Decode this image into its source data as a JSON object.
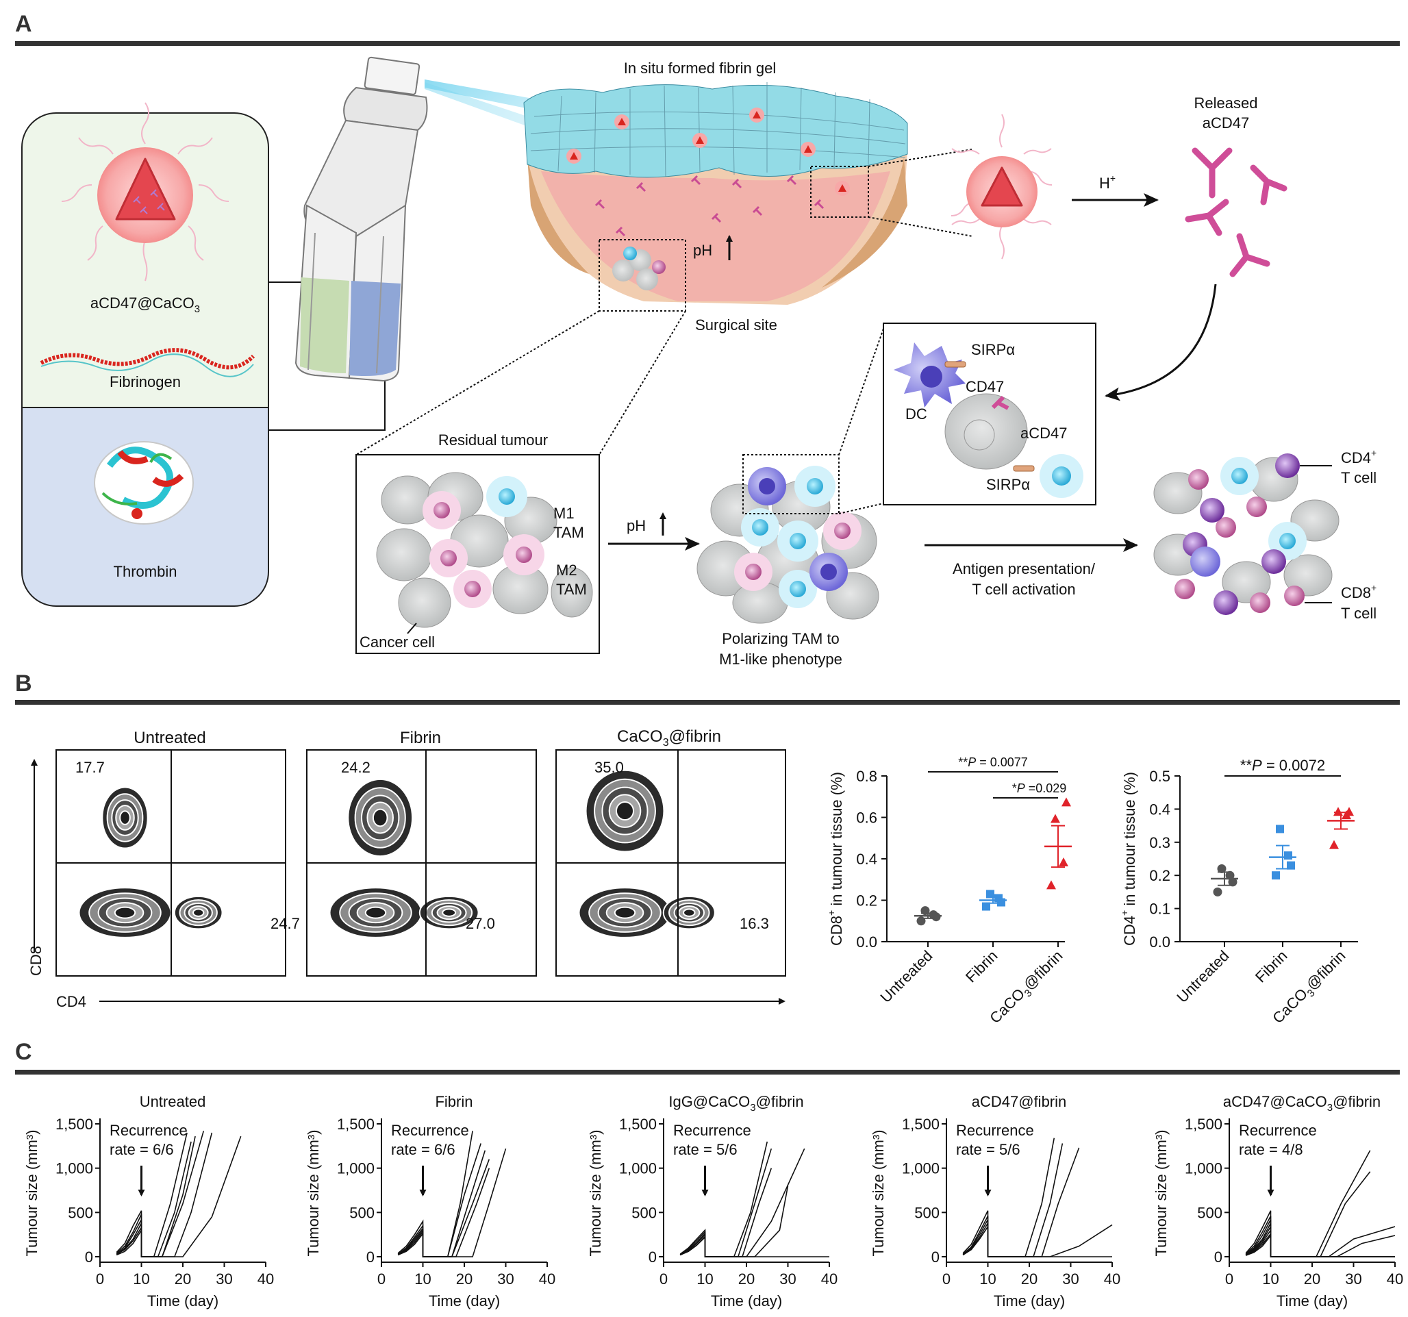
{
  "panel_a": {
    "letter": "A",
    "gel_title": "In situ formed fibrin gel",
    "nanoparticle_label": "aCD47@CaCO",
    "nanoparticle_sub": "3",
    "fibrinogen_label": "Fibrinogen",
    "thrombin_label": "Thrombin",
    "surgical_site": "Surgical site",
    "ph_label": "pH",
    "released_line1": "Released",
    "released_line2": "aCD47",
    "h_plus": "H",
    "h_plus_sup": "+",
    "residual_tumour": "Residual  tumour",
    "m1_tam_line1": "M1",
    "m1_tam_line2": "TAM",
    "m2_tam_line1": "M2",
    "m2_tam_line2": "TAM",
    "cancer_cell": "Cancer cell",
    "ph_arrow_label": "pH",
    "polarizing_line1": "Polarizing TAM to",
    "polarizing_line2": "M1-like phenotype",
    "sirpa_top": "SIRPα",
    "cd47": "CD47",
    "dc": "DC",
    "acd47": "aCD47",
    "sirpa_bottom": "SIRPα",
    "antigen_line1": "Antigen presentation/",
    "antigen_line2": "T cell activation",
    "cd4_line1": "CD4",
    "cd4_sup": "+",
    "cd4_line2": "T cell",
    "cd8_line1": "CD8",
    "cd8_sup": "+",
    "cd8_line2": "T cell"
  },
  "panel_b": {
    "letter": "B",
    "flow_plots": [
      {
        "title": "Untreated",
        "q_upper_left": "17.7",
        "q_lower_right": "24.7"
      },
      {
        "title": "Fibrin",
        "q_upper_left": "24.2",
        "q_lower_right": "27.0"
      },
      {
        "title": "CaCO@fibrin",
        "q_upper_left": "35.0",
        "q_lower_right": "16.3"
      }
    ],
    "flow_title3_main": "CaCO",
    "flow_title3_sub": "3",
    "flow_title3_rest": "@fibrin",
    "flow_xaxis": "CD4",
    "flow_yaxis": "CD8",
    "cd8_plot": {
      "ylabel": "CD8+ in tumour tissue (%)",
      "ylabel_main": "CD8",
      "ylabel_sup": "+",
      "ylabel_rest": " in tumour tissue (%)",
      "yticks": [
        "0.0",
        "0.2",
        "0.4",
        "0.6",
        "0.8"
      ],
      "xticks": [
        "Untreated",
        "Fibrin",
        "CaCO@fibrin"
      ],
      "sig1_stars": "**",
      "sig1_text": "P = 0.0077",
      "sig2_stars": "*",
      "sig2_text": "P =0.029"
    },
    "cd4_plot": {
      "ylabel": "CD4+ in tumour tissue (%)",
      "ylabel_main": "CD4",
      "ylabel_sup": "+",
      "ylabel_rest": " in tumour tissue (%)",
      "yticks": [
        "0.0",
        "0.1",
        "0.2",
        "0.3",
        "0.4",
        "0.5"
      ],
      "xticks": [
        "Untreated",
        "Fibrin",
        "CaCO@fibrin"
      ],
      "sig1_stars": "**",
      "sig1_text": "P = 0.0072"
    }
  },
  "panel_c": {
    "letter": "C",
    "ylabel": "Tumour size (mm³)",
    "xlabel": "Time (day)",
    "yticks": [
      "0",
      "500",
      "1,000",
      "1,500"
    ],
    "xticks": [
      "0",
      "10",
      "20",
      "30",
      "40"
    ],
    "recurrence_word": "Recurrence",
    "plots": [
      {
        "title": "Untreated",
        "rate": "rate = 6/6"
      },
      {
        "title": "Fibrin",
        "rate": "rate = 6/6"
      },
      {
        "title": "IgG@CaCO@fibrin",
        "rate": "rate = 5/6"
      },
      {
        "title": "aCD47@fibrin",
        "rate": "rate = 5/6"
      },
      {
        "title": "aCD47@CaCO@fibrin",
        "rate": "rate = 4/8"
      }
    ]
  },
  "chart_data": [
    {
      "type": "scatter",
      "title": "",
      "ylabel": "CD8+ in tumour tissue (%)",
      "categories": [
        "Untreated",
        "Fibrin",
        "CaCO3@fibrin"
      ],
      "ylim": [
        0,
        0.8
      ],
      "series": [
        {
          "name": "Untreated",
          "color": "#555555",
          "values": [
            0.1,
            0.13,
            0.15,
            0.12
          ],
          "mean": 0.125,
          "sem": 0.012
        },
        {
          "name": "Fibrin",
          "color": "#3a8fdf",
          "values": [
            0.17,
            0.21,
            0.23,
            0.19
          ],
          "mean": 0.2,
          "sem": 0.014
        },
        {
          "name": "CaCO3@fibrin",
          "color": "#e0232a",
          "values": [
            0.27,
            0.38,
            0.59,
            0.67
          ],
          "mean": 0.46,
          "sem": 0.1
        }
      ]
    },
    {
      "type": "scatter",
      "title": "",
      "ylabel": "CD4+ in tumour tissue (%)",
      "categories": [
        "Untreated",
        "Fibrin",
        "CaCO3@fibrin"
      ],
      "ylim": [
        0,
        0.5
      ],
      "series": [
        {
          "name": "Untreated",
          "color": "#555555",
          "values": [
            0.15,
            0.2,
            0.22,
            0.18
          ],
          "mean": 0.19,
          "sem": 0.02
        },
        {
          "name": "Fibrin",
          "color": "#3a8fdf",
          "values": [
            0.2,
            0.26,
            0.34,
            0.23
          ],
          "mean": 0.255,
          "sem": 0.035
        },
        {
          "name": "CaCO3@fibrin",
          "color": "#e0232a",
          "values": [
            0.29,
            0.38,
            0.39,
            0.39
          ],
          "mean": 0.365,
          "sem": 0.025
        }
      ]
    },
    {
      "type": "line",
      "title": "Untreated",
      "xlabel": "Time (day)",
      "ylabel": "Tumour size (mm3)",
      "xlim": [
        0,
        40
      ],
      "ylim": [
        0,
        1500
      ],
      "series": [
        {
          "x": [
            4,
            6,
            8,
            10,
            10,
            13,
            17,
            21
          ],
          "y": [
            50,
            150,
            350,
            520,
            0,
            0,
            600,
            1400
          ]
        },
        {
          "x": [
            4,
            6,
            8,
            10,
            10,
            14,
            18,
            22
          ],
          "y": [
            40,
            120,
            280,
            480,
            0,
            0,
            500,
            1300
          ]
        },
        {
          "x": [
            4,
            6,
            8,
            10,
            10,
            15,
            20,
            25
          ],
          "y": [
            30,
            100,
            250,
            420,
            0,
            0,
            600,
            1420
          ]
        },
        {
          "x": [
            4,
            6,
            8,
            10,
            10,
            15,
            20,
            23
          ],
          "y": [
            20,
            90,
            200,
            380,
            0,
            0,
            700,
            1360
          ]
        },
        {
          "x": [
            4,
            6,
            8,
            10,
            10,
            18,
            22,
            27
          ],
          "y": [
            30,
            80,
            180,
            330,
            0,
            0,
            500,
            1400
          ]
        },
        {
          "x": [
            4,
            6,
            8,
            10,
            10,
            20,
            27,
            34
          ],
          "y": [
            20,
            60,
            150,
            300,
            0,
            0,
            450,
            1360
          ]
        }
      ]
    },
    {
      "type": "line",
      "title": "Fibrin",
      "xlabel": "Time (day)",
      "ylabel": "Tumour size (mm3)",
      "xlim": [
        0,
        40
      ],
      "ylim": [
        0,
        1500
      ],
      "series": [
        {
          "x": [
            4,
            6,
            8,
            10,
            10,
            16,
            19,
            22
          ],
          "y": [
            40,
            120,
            250,
            400,
            0,
            0,
            600,
            1420
          ]
        },
        {
          "x": [
            4,
            6,
            8,
            10,
            10,
            16,
            20,
            24
          ],
          "y": [
            30,
            100,
            220,
            350,
            0,
            0,
            700,
            1280
          ]
        },
        {
          "x": [
            4,
            6,
            8,
            10,
            10,
            17,
            21,
            25
          ],
          "y": [
            30,
            90,
            200,
            320,
            0,
            0,
            600,
            1200
          ]
        },
        {
          "x": [
            4,
            6,
            8,
            10,
            10,
            17,
            22,
            26
          ],
          "y": [
            20,
            80,
            180,
            300,
            0,
            0,
            600,
            1100
          ]
        },
        {
          "x": [
            4,
            6,
            8,
            10,
            10,
            18,
            23,
            26
          ],
          "y": [
            20,
            70,
            160,
            280,
            0,
            0,
            600,
            1000
          ]
        },
        {
          "x": [
            4,
            6,
            8,
            10,
            10,
            22,
            26,
            30
          ],
          "y": [
            20,
            60,
            140,
            260,
            0,
            0,
            600,
            1220
          ]
        }
      ]
    },
    {
      "type": "line",
      "title": "IgG@CaCO3@fibrin",
      "xlabel": "Time (day)",
      "ylabel": "Tumour size (mm3)",
      "xlim": [
        0,
        40
      ],
      "ylim": [
        0,
        1500
      ],
      "series": [
        {
          "x": [
            4,
            6,
            8,
            10,
            10,
            17,
            21,
            25
          ],
          "y": [
            30,
            100,
            200,
            300,
            0,
            0,
            500,
            1300
          ]
        },
        {
          "x": [
            4,
            6,
            8,
            10,
            10,
            18,
            22,
            26
          ],
          "y": [
            25,
            90,
            180,
            280,
            0,
            0,
            600,
            1220
          ]
        },
        {
          "x": [
            4,
            6,
            8,
            10,
            10,
            19,
            23,
            26
          ],
          "y": [
            20,
            80,
            160,
            260,
            0,
            0,
            600,
            1000
          ]
        },
        {
          "x": [
            4,
            6,
            8,
            10,
            10,
            20,
            26,
            34
          ],
          "y": [
            20,
            70,
            150,
            250,
            0,
            0,
            400,
            1220
          ]
        },
        {
          "x": [
            4,
            6,
            8,
            10,
            10,
            22,
            28,
            30
          ],
          "y": [
            20,
            60,
            130,
            230,
            0,
            0,
            300,
            800
          ]
        },
        {
          "x": [
            4,
            6,
            8,
            10,
            10,
            40
          ],
          "y": [
            20,
            60,
            130,
            220,
            0,
            0
          ]
        }
      ]
    },
    {
      "type": "line",
      "title": "aCD47@fibrin",
      "xlabel": "Time (day)",
      "ylabel": "Tumour size (mm3)",
      "xlim": [
        0,
        40
      ],
      "ylim": [
        0,
        1500
      ],
      "series": [
        {
          "x": [
            4,
            6,
            8,
            10,
            10,
            19,
            23,
            26
          ],
          "y": [
            40,
            140,
            330,
            520,
            0,
            0,
            600,
            1340
          ]
        },
        {
          "x": [
            4,
            6,
            8,
            10,
            10,
            21,
            25,
            28
          ],
          "y": [
            30,
            110,
            280,
            460,
            0,
            0,
            600,
            1280
          ]
        },
        {
          "x": [
            4,
            6,
            8,
            10,
            10,
            23,
            27,
            32
          ],
          "y": [
            25,
            100,
            250,
            420,
            0,
            0,
            600,
            1230
          ]
        },
        {
          "x": [
            4,
            6,
            8,
            10,
            10,
            25,
            32,
            40
          ],
          "y": [
            20,
            90,
            220,
            380,
            0,
            0,
            120,
            360
          ]
        },
        {
          "x": [
            4,
            6,
            8,
            10,
            10,
            40
          ],
          "y": [
            20,
            80,
            200,
            340,
            0,
            0
          ]
        }
      ]
    },
    {
      "type": "line",
      "title": "aCD47@CaCO3@fibrin",
      "xlabel": "Time (day)",
      "ylabel": "Tumour size (mm3)",
      "xlim": [
        0,
        40
      ],
      "ylim": [
        0,
        1500
      ],
      "series": [
        {
          "x": [
            4,
            6,
            8,
            10,
            10,
            21,
            27,
            34
          ],
          "y": [
            40,
            150,
            330,
            520,
            0,
            0,
            600,
            1200
          ]
        },
        {
          "x": [
            4,
            6,
            8,
            10,
            10,
            22,
            28,
            34
          ],
          "y": [
            30,
            120,
            280,
            460,
            0,
            0,
            600,
            960
          ]
        },
        {
          "x": [
            4,
            6,
            8,
            10,
            10,
            24,
            30,
            40
          ],
          "y": [
            25,
            100,
            240,
            420,
            0,
            0,
            200,
            340
          ]
        },
        {
          "x": [
            4,
            6,
            8,
            10,
            10,
            26,
            32,
            40
          ],
          "y": [
            20,
            90,
            200,
            380,
            0,
            0,
            150,
            240
          ]
        },
        {
          "x": [
            4,
            6,
            8,
            10,
            10,
            40
          ],
          "y": [
            20,
            80,
            180,
            340,
            0,
            0
          ]
        },
        {
          "x": [
            4,
            6,
            8,
            10,
            10,
            40
          ],
          "y": [
            20,
            70,
            160,
            300,
            0,
            0
          ]
        },
        {
          "x": [
            4,
            6,
            8,
            10,
            10,
            40
          ],
          "y": [
            15,
            60,
            140,
            260,
            0,
            0
          ]
        },
        {
          "x": [
            4,
            6,
            8,
            10,
            10,
            40
          ],
          "y": [
            15,
            50,
            120,
            240,
            0,
            0
          ]
        }
      ]
    }
  ]
}
